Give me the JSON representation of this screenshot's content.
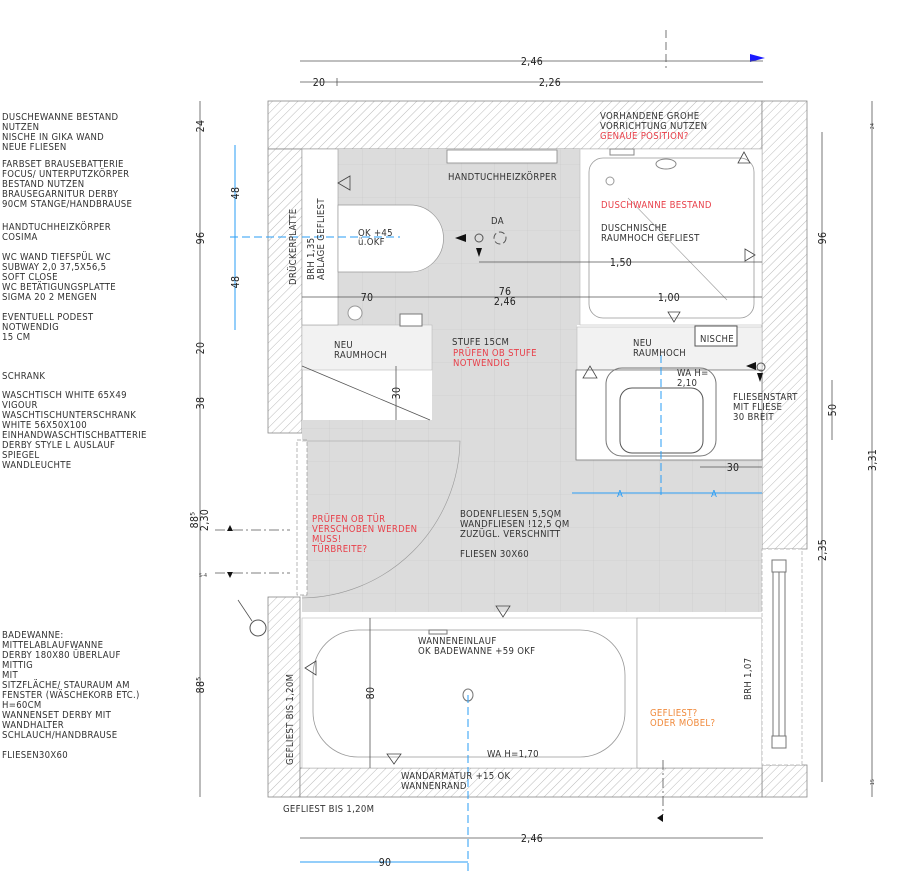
{
  "colors": {
    "accent_blue": "#2a9df4",
    "note_red": "#e8404a",
    "note_orange": "#f08a3c",
    "floor_gray": "#dcdcdc"
  },
  "notes": {
    "shower": [
      "DUSCHEWANNE BESTAND",
      "NUTZEN",
      "NISCHE IN GIKA WAND",
      "NEUE FLIESEN"
    ],
    "faucet": [
      "FARBSET BRAUSEBATTERIE",
      "FOCUS/ UNTERPUTZKÖRPER",
      "BESTAND NUTZEN",
      "BRAUSEGARNITUR DERBY",
      "90CM STANGE/HANDBRAUSE"
    ],
    "radiator": [
      "HANDTUCHHEIZKÖRPER",
      "COSIMA"
    ],
    "wc": [
      "WC WAND TIEFSPÜL WC",
      "SUBWAY 2,0 37,5X56,5",
      "SOFT CLOSE",
      "WC BETÄTIGUNGSPLATTE",
      "SIGMA 20 2 MENGEN"
    ],
    "podest": [
      "EVENTUELL PODEST",
      "NOTWENDIG",
      "15 CM"
    ],
    "cabinet": [
      "SCHRANK"
    ],
    "sink": [
      "WASCHTISCH WHITE 65X49",
      "VIGOUR",
      "WASCHTISCHUNTERSCHRANK",
      "WHITE 56X50X100",
      "EINHANDWASCHTISCHBATTERIE",
      "DERBY STYLE L AUSLAUF",
      "SPIEGEL",
      "WANDLEUCHTE"
    ],
    "bathtub": [
      "BADEWANNE:",
      "MITTELABLAUFWANNE",
      "DERBY 180X80 ÜBERLAUF",
      "MITTIG",
      "MIT",
      "SITZFLÄCHE/ STAURAUM AM",
      "FENSTER (WÄSCHEKORB ETC.)",
      "H=60CM",
      "WANNENSET DERBY MIT",
      "WANDHALTER",
      "SCHLAUCH/HANDBRAUSE"
    ],
    "tiles": [
      "FLIESEN30X60"
    ]
  },
  "plan": {
    "grohe": [
      "VORHANDENE GROHE",
      "VORRICHTUNG NUTZEN"
    ],
    "grohe_question": "GENAUE POSITION?",
    "radiator_label": "HANDTUCHHEIZKÖRPER",
    "shower_existing": "DUSCHWANNE BESTAND",
    "shower_niche": [
      "DUSCHNISCHE",
      "RAUMHOCH GEFLIEST"
    ],
    "drueckerplatte": "DRÜCKERPLATTE",
    "brh_shelf": [
      "BRH 1,35",
      "ABLAGE GEFLIEST"
    ],
    "wc_height": [
      "OK +45",
      "ü.OKF"
    ],
    "da": "DA",
    "neu_left": [
      "NEU",
      "RAUMHOCH"
    ],
    "neu_right": [
      "NEU",
      "RAUMHOCH"
    ],
    "nische": "NISCHE",
    "stufe": "STUFE 15CM",
    "stufe_check": [
      "PRÜFEN OB STUFE",
      "NOTWENDIG"
    ],
    "wa_height": [
      "WA H=",
      "2,10"
    ],
    "tile_start": [
      "FLIESENSTART",
      "MIT FLIESE",
      "30 BREIT"
    ],
    "door_check": [
      "PRÜFEN OB TÜR",
      "VERSCHOBEN WERDEN",
      "MUSS!",
      "TÜRBREITE?"
    ],
    "floor_tiles": [
      "BODENFLIESEN 5,5QM",
      "WANDFLIESEN !12,5 QM",
      "ZUZÜGL. VERSCHNITT"
    ],
    "tiles_size": "FLIESEN 30X60",
    "tub_inlet": [
      "WANNENEINLAUF",
      "OK BADEWANNE +59 OKF"
    ],
    "tub_wa": "WA H=1,70",
    "tub_fitting": [
      "WANDARMATUR +15 OK",
      "WANNENRAND"
    ],
    "tiled_left": "GEFLIEST BIS 1,20M",
    "tiled_bottom": "GEFLIEST BIS 1,20M",
    "brh_window": "BRH 1,07",
    "tiled_or_furniture": [
      "GEFLIEST?",
      "ODER MÖBEL?"
    ],
    "section_mark": "S-4",
    "axis_a": "A"
  },
  "dimensions": {
    "top_total": "2,46",
    "top_left": "20",
    "top_rest": "2,26",
    "bottom_total": "2,46",
    "bottom_blue": "90",
    "left": [
      "24",
      "96",
      "20",
      "38",
      "2,30",
      "88⁵",
      "88⁵"
    ],
    "left_blue": [
      "48",
      "48"
    ],
    "right_inner": [
      "96",
      "50",
      "2,35"
    ],
    "right_total": "3,31",
    "right_small": [
      "24",
      "15"
    ],
    "wc_row": [
      "70",
      "76",
      "2,46",
      "1,00"
    ],
    "shower_150": "1,50",
    "step_30": "30",
    "sink_30": "30",
    "tub_80": "80"
  }
}
